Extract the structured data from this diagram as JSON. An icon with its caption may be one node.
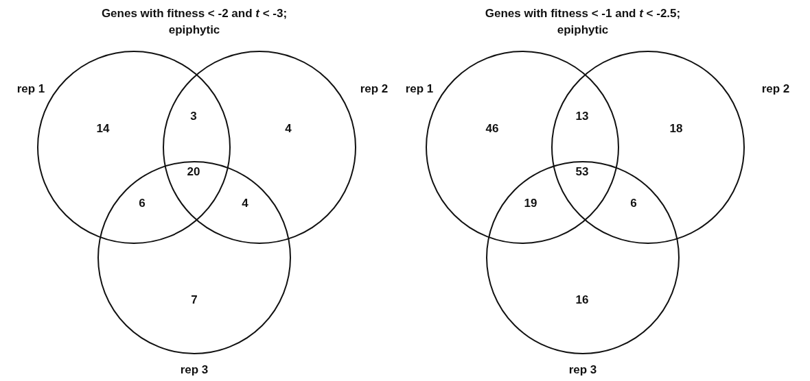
{
  "diagram": {
    "labels": [
      "Genes with fitness < -2 and *t* < -3; epiphytic",
      "rep 1",
      "rep 2",
      "14",
      "3",
      "4",
      "20",
      "6",
      "4",
      "7",
      "rep 3",
      "Genes with fitness < -1 and *t* < -2.5; epiphytic",
      "rep 1",
      "rep 2",
      "46",
      "13",
      "18",
      "53",
      "19",
      "6",
      "16",
      "rep 3"
    ]
  }
}
